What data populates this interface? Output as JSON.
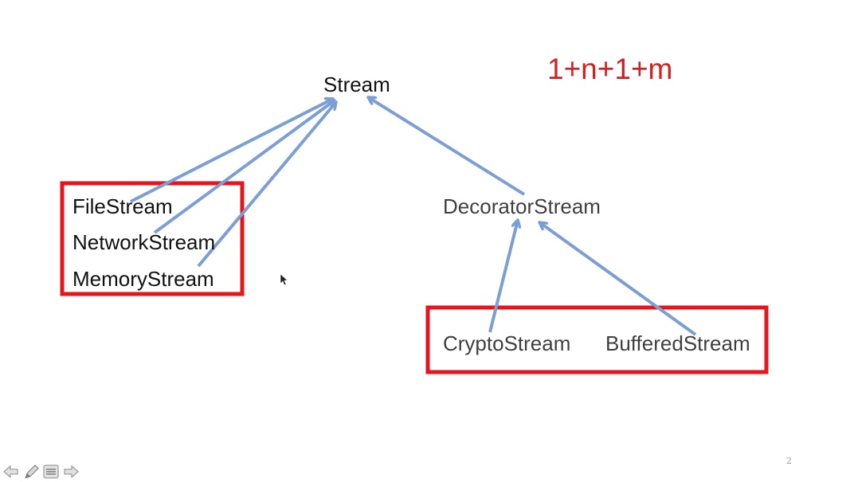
{
  "diagram": {
    "root": "Stream",
    "concrete_streams": [
      "FileStream",
      "NetworkStream",
      "MemoryStream"
    ],
    "decorator": "DecoratorStream",
    "decorated_streams": [
      "CryptoStream",
      "BufferedStream"
    ],
    "formula": "1+n+1+m"
  },
  "colors": {
    "arrow": "#7b9fd4",
    "highlight_box": "#e8141c",
    "formula": "#d42020"
  },
  "slide": {
    "number": "2"
  },
  "toolbar": {
    "buttons": [
      "arrow-left-icon",
      "pen-icon",
      "menu-icon",
      "arrow-right-icon"
    ]
  }
}
